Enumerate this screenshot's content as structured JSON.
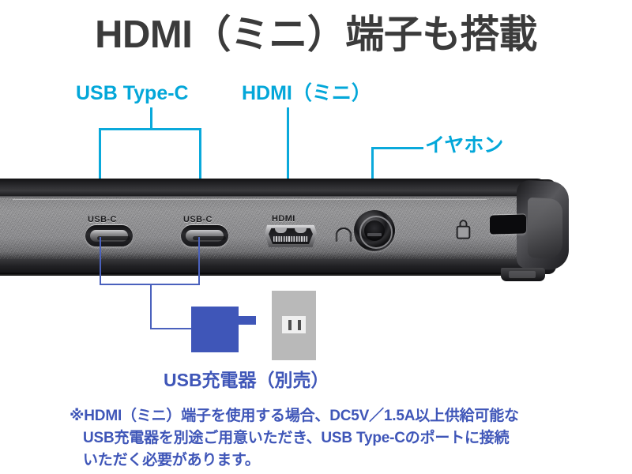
{
  "title": "HDMI（ミニ）端子も搭載",
  "callouts": [
    {
      "id": "usb-type-c",
      "label": "USB Type-C",
      "color": "#03a7d9"
    },
    {
      "id": "hdmi-mini",
      "label": "HDMI（ミニ）",
      "color": "#03a7d9"
    },
    {
      "id": "earphone",
      "label": "イヤホン",
      "color": "#03a7d9"
    }
  ],
  "charger": {
    "label": "USB充電器（別売）",
    "color": "#3f56b8",
    "charger_icon": "usb-charger-icon",
    "outlet_icon": "wall-outlet-icon"
  },
  "device": {
    "name": "portable-monitor-side-edge",
    "port_labels": {
      "usbc_1": "USB-C",
      "usbc_2": "USB-C",
      "hdmi": "HDMI"
    },
    "icons": {
      "headphone": "headphone-icon",
      "lock": "lock-icon",
      "kensington": "kensington-slot"
    }
  },
  "footnote": {
    "line1": "※HDMI（ミニ）端子を使用する場合、DC5V／1.5A以上供給可能な",
    "line2": "USB充電器を別途ご用意いただき、USB Type-Cのポートに接続",
    "line3": "いただく必要があります。",
    "color": "#3f56b8"
  }
}
